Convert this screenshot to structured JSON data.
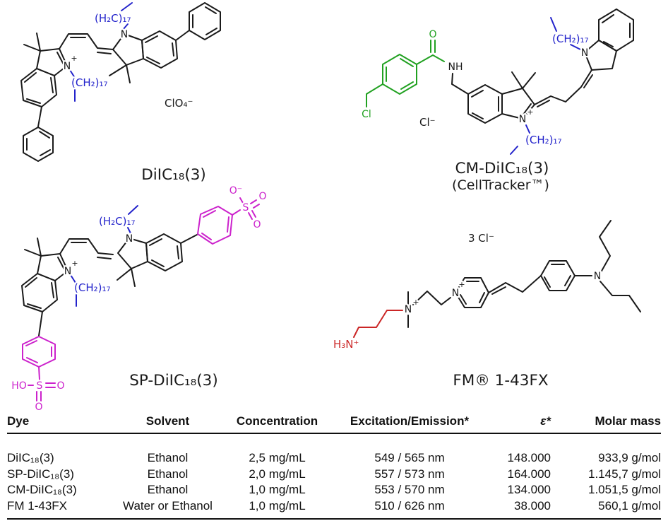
{
  "molecules": {
    "diic": {
      "caption": "DiIC₁₈(3)",
      "counterion": "ClO₄⁻",
      "n_left": "N",
      "plus_left": "+",
      "n_right": "N",
      "chain_top": "(H₂C)₁₇",
      "chain_bottom": "(CH₂)₁₇"
    },
    "cm": {
      "caption": "CM-DiIC₁₈(3)",
      "subcaption": "(CellTracker™)",
      "counterion": "Cl⁻",
      "o_carbonyl": "O",
      "nh": "NH",
      "cl": "Cl",
      "n_center": "N",
      "plus_center": "+",
      "n_right": "N",
      "chain_top": "(CH₂)₁₇",
      "chain_bottom": "(CH₂)₁₇"
    },
    "sp": {
      "caption": "SP-DiIC₁₈(3)",
      "n_left": "N",
      "plus_left": "+",
      "n_right": "N",
      "chain_top": "(H₂C)₁₇",
      "chain_bottom": "(CH₂)₁₇",
      "sulfo_top": {
        "s": "S",
        "o_minus": "O⁻",
        "o_right": "O",
        "o_bottom": "O"
      },
      "sulfo_bottom": {
        "ho": "HO",
        "s": "S",
        "o_right": "O",
        "o_bottom": "O"
      }
    },
    "fm": {
      "caption": "FM® 1-43FX",
      "counterion": "3 Cl⁻",
      "ammonium": "H₃N⁺",
      "n_quat": "N",
      "plus_quat": "+",
      "n_py": "N",
      "plus_py": "+",
      "n_amine": "N"
    }
  },
  "table": {
    "headers": [
      "Dye",
      "Solvent",
      "Concentration",
      "Excitation/Emission*",
      "ε*",
      "Molar mass"
    ],
    "rows": [
      [
        "DiIC₁₈(3)",
        "Ethanol",
        "2,5 mg/mL",
        "549 / 565 nm",
        "148.000",
        "933,9 g/mol"
      ],
      [
        "SP-DiIC₁₈(3)",
        "Ethanol",
        "2,0 mg/mL",
        "557 / 573 nm",
        "164.000",
        "1.145,7 g/mol"
      ],
      [
        "CM-DiIC₁₈(3)",
        "Ethanol",
        "1,0 mg/mL",
        "553 / 570 nm",
        "134.000",
        "1.051,5 g/mol"
      ],
      [
        "FM 1-43FX",
        "Water or Ethanol",
        "1,0 mg/mL",
        "510 / 626 nm",
        "38.000",
        "560,1 g/mol"
      ]
    ]
  },
  "colors": {
    "black": "#1a1a1a",
    "blue": "#2323cb",
    "green": "#21a121",
    "magenta": "#cc22cc",
    "red": "#cb2626"
  }
}
